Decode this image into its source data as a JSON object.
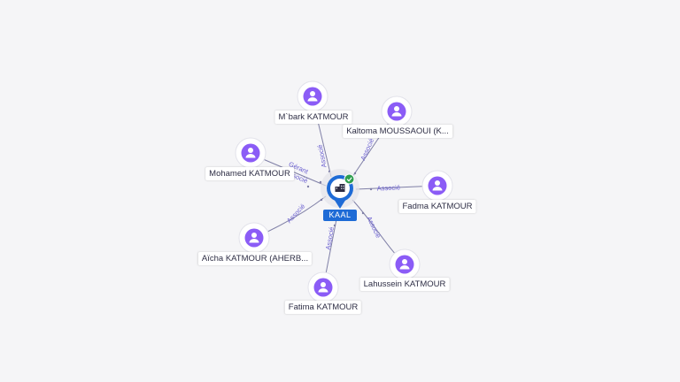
{
  "center": {
    "label": "KAAL",
    "icon": "building-icon",
    "status_icon": "check-icon",
    "accent": "#1e6bd6",
    "status_color": "#2e9e4f"
  },
  "people": [
    {
      "name": "M`bark KATMOUR",
      "edge_label": "Associé",
      "icon": "person-icon"
    },
    {
      "name": "Kaltoma MOUSSAOUI (K...",
      "edge_label": "Associé",
      "icon": "person-icon"
    },
    {
      "name": "Mohamed KATMOUR",
      "edge_label": "Associé",
      "edge_label_extra": "Gérant",
      "icon": "person-icon"
    },
    {
      "name": "Fadma KATMOUR",
      "edge_label": "Associé",
      "icon": "person-icon"
    },
    {
      "name": "Aïcha KATMOUR (AHERB...",
      "edge_label": "Associé",
      "icon": "person-icon"
    },
    {
      "name": "Lahussein KATMOUR",
      "edge_label": "Associé",
      "icon": "person-icon"
    },
    {
      "name": "Fatima KATMOUR",
      "edge_label": "Associé",
      "icon": "person-icon"
    }
  ],
  "colors": {
    "person": "#8b5cf6",
    "edge": "#7f7fa6",
    "edge_label": "#6a5fd0",
    "background": "#f5f5f7"
  }
}
